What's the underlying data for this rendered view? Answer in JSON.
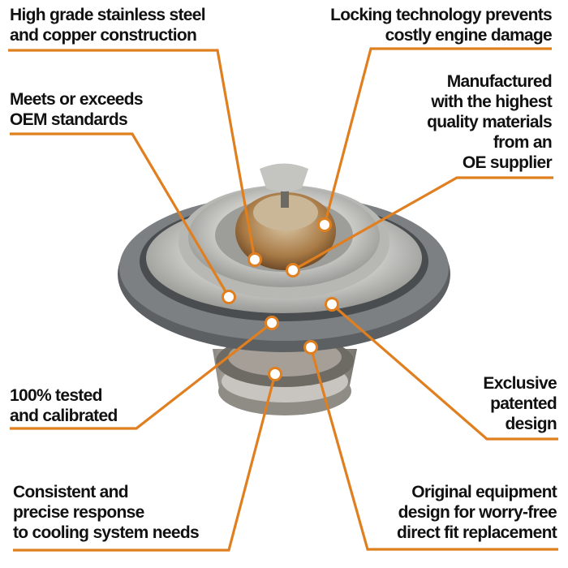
{
  "colors": {
    "accent": "#e07f1f",
    "text": "#111111"
  },
  "callouts": [
    {
      "id": "stainless",
      "lines": [
        "High grade stainless steel",
        "and copper construction"
      ]
    },
    {
      "id": "locking",
      "lines": [
        "Locking technology prevents",
        "costly engine damage"
      ]
    },
    {
      "id": "oem-standards",
      "lines": [
        "Meets or exceeds",
        "OEM standards"
      ]
    },
    {
      "id": "manufactured",
      "lines": [
        "Manufactured",
        "with the highest",
        "quality materials",
        "from an",
        "OE supplier"
      ]
    },
    {
      "id": "tested",
      "lines": [
        "100% tested",
        "and calibrated"
      ]
    },
    {
      "id": "exclusive",
      "lines": [
        "Exclusive",
        "patented",
        "design"
      ]
    },
    {
      "id": "consistent",
      "lines": [
        "Consistent and",
        "precise response",
        "to cooling system needs"
      ]
    },
    {
      "id": "original",
      "lines": [
        "Original equipment",
        "design for worry-free",
        "direct fit replacement"
      ]
    }
  ]
}
